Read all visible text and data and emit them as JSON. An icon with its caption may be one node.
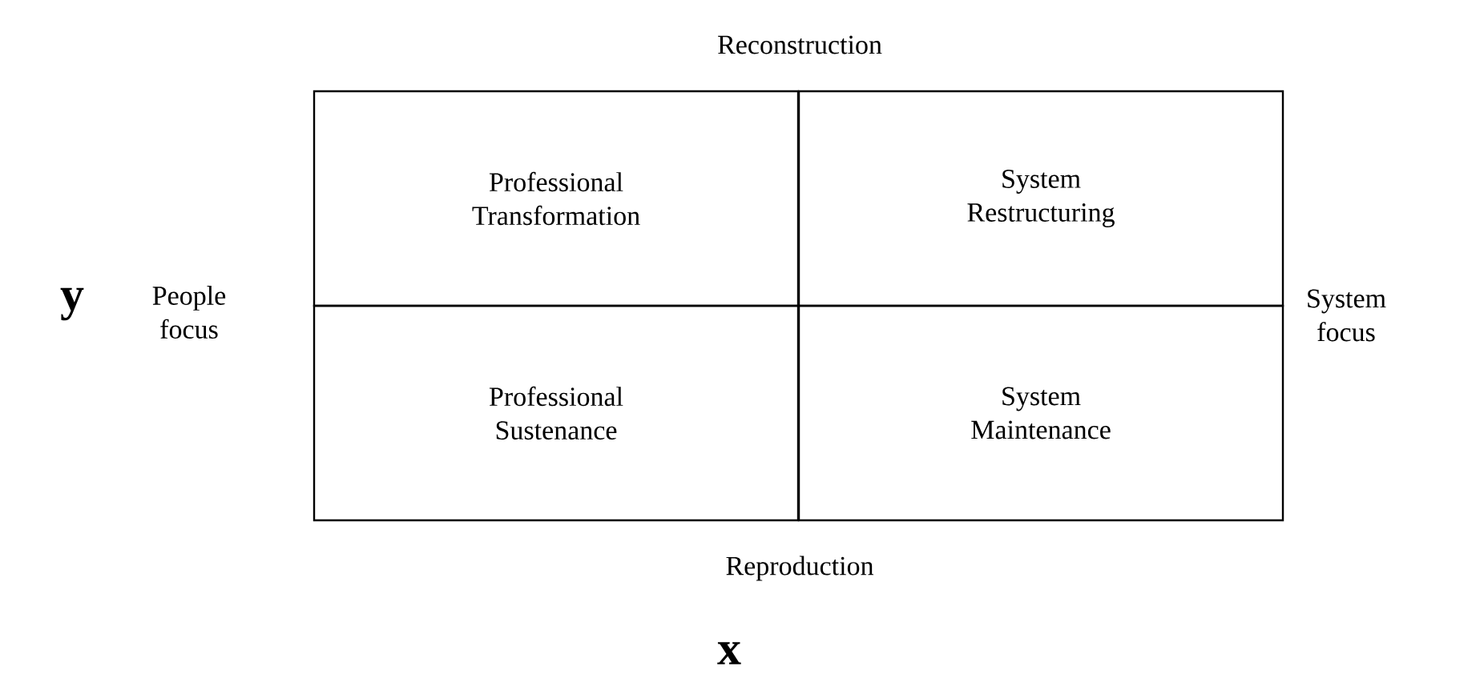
{
  "diagram": {
    "nodes": [
      {
        "text": [
          "Professional Transformation"
        ]
      },
      {
        "text": [
          "System Restructuring"
        ]
      },
      {
        "text": [
          "Professional Sustenance"
        ]
      },
      {
        "text": [
          "System Maintenance"
        ]
      }
    ],
    "labels": [
      "Reconstruction",
      "y",
      "People focus",
      "System focus",
      "Reproduction",
      "x"
    ]
  }
}
